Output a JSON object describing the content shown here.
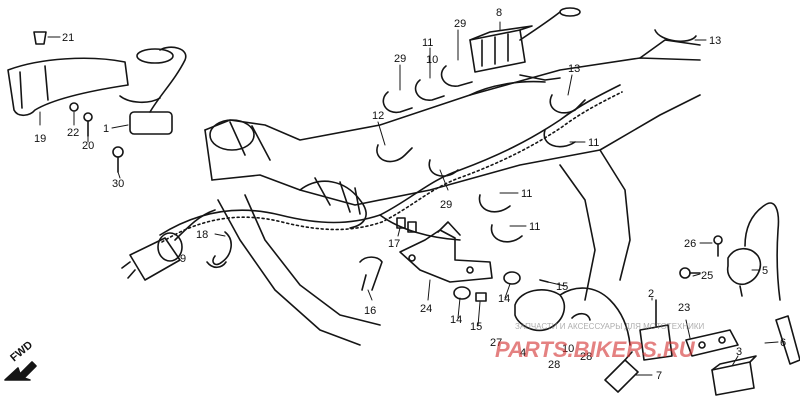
{
  "diagram": {
    "fwd_label": "FWD",
    "callouts": [
      {
        "id": "c21",
        "text": "21"
      },
      {
        "id": "c19",
        "text": "19"
      },
      {
        "id": "c22",
        "text": "22"
      },
      {
        "id": "c20",
        "text": "20"
      },
      {
        "id": "c1",
        "text": "1"
      },
      {
        "id": "c30",
        "text": "30"
      },
      {
        "id": "c29a",
        "text": "29"
      },
      {
        "id": "c8",
        "text": "8"
      },
      {
        "id": "c29b",
        "text": "29"
      },
      {
        "id": "c11a",
        "text": "11"
      },
      {
        "id": "c10a",
        "text": "10"
      },
      {
        "id": "c13a",
        "text": "13"
      },
      {
        "id": "c13b",
        "text": "13"
      },
      {
        "id": "c12",
        "text": "12"
      },
      {
        "id": "c11b",
        "text": "11"
      },
      {
        "id": "c11c",
        "text": "11"
      },
      {
        "id": "c29c",
        "text": "29"
      },
      {
        "id": "c11d",
        "text": "11"
      },
      {
        "id": "c18",
        "text": "18"
      },
      {
        "id": "c9",
        "text": "9"
      },
      {
        "id": "c17",
        "text": "17"
      },
      {
        "id": "c26",
        "text": "26"
      },
      {
        "id": "c25",
        "text": "25"
      },
      {
        "id": "c5",
        "text": "5"
      },
      {
        "id": "c16",
        "text": "16"
      },
      {
        "id": "c24",
        "text": "24"
      },
      {
        "id": "c14a",
        "text": "14"
      },
      {
        "id": "c14b",
        "text": "14"
      },
      {
        "id": "c15a",
        "text": "15"
      },
      {
        "id": "c15b",
        "text": "15"
      },
      {
        "id": "c2",
        "text": "2"
      },
      {
        "id": "c23",
        "text": "23"
      },
      {
        "id": "c10b",
        "text": "10"
      },
      {
        "id": "c27",
        "text": "27"
      },
      {
        "id": "c4",
        "text": "4"
      },
      {
        "id": "c28a",
        "text": "28"
      },
      {
        "id": "c28b",
        "text": "28"
      },
      {
        "id": "c6",
        "text": "6"
      },
      {
        "id": "c3",
        "text": "3"
      },
      {
        "id": "c7",
        "text": "7"
      }
    ]
  },
  "watermark": {
    "top": "ЗАПЧАСТИ И АКСЕССУАРЫ ДЛЯ МОТОТЕХНИКИ",
    "main": "PARTS.BIKERS.RU",
    "color": "#d32f2f"
  }
}
